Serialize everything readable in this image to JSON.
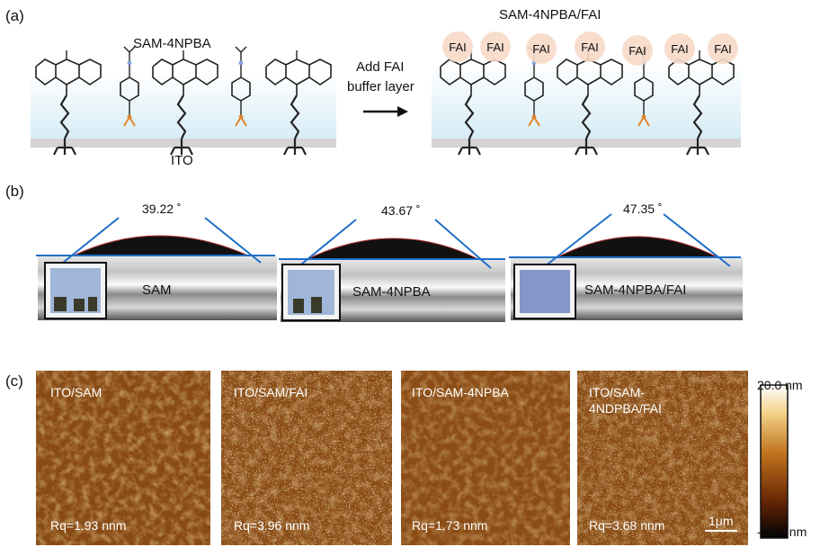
{
  "panel_a": {
    "label": "(a)",
    "left_title": "SAM-4NPBA",
    "substrate": "ITO",
    "arrow_text_1": "Add FAI",
    "arrow_text_2": "buffer layer",
    "right_title": "SAM-4NPBA/FAI",
    "fai_labels": [
      "FAI",
      "FAI",
      "FAI",
      "FAI",
      "FAI",
      "FAI",
      "FAI"
    ]
  },
  "panel_b": {
    "label": "(b)",
    "samples": [
      {
        "angle": "39.22 ˚",
        "name": "SAM"
      },
      {
        "angle": "43.67 ˚",
        "name": "SAM-4NPBA"
      },
      {
        "angle": "47.35 ˚",
        "name": "SAM-4NPBA/FAI"
      }
    ]
  },
  "panel_c": {
    "label": "(c)",
    "images": [
      {
        "name": "ITO/SAM",
        "rq": "Rq=1.93 nnm"
      },
      {
        "name": "ITO/SAM/FAI",
        "rq": "Rq=3.96 nnm"
      },
      {
        "name": "ITO/SAM-4NPBA",
        "rq": "Rq=1.73 nnm"
      },
      {
        "name_line1": "ITO/SAM-",
        "name_line2": "4NDPBA/FAI",
        "rq": "Rq=3.68 nnm"
      }
    ],
    "scale_bar": "1μm",
    "colorbar_max": "20.0 nm",
    "colorbar_min": "-20.0 nm"
  },
  "colors": {
    "layer_blue": "#dceef6",
    "substrate_gray": "#d4d4d4",
    "fai_fill": "#f7d9c8",
    "anchor_orange": "#e0842a",
    "afm_brown": "#8a4a12",
    "contact_line": "#1f6fc7"
  }
}
